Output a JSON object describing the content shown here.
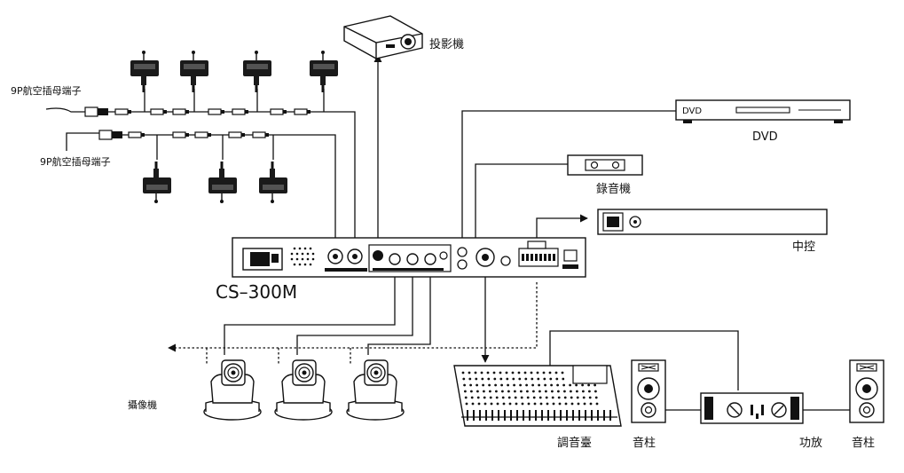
{
  "labels": {
    "connector_top": "9P航空插母端子",
    "connector_bottom": "9P航空插母端子",
    "projector": "投影機",
    "dvd_device": "DVD",
    "dvd_label": "DVD",
    "recorder": "錄音機",
    "central_control": "中控",
    "model": "CS–300M",
    "camera": "攝像機",
    "mixer": "調音臺",
    "speaker_left": "音柱",
    "amplifier": "功放",
    "speaker_right": "音柱"
  },
  "icons": {
    "arrow": "arrow-head-icon",
    "mic": "conference-microphone-icon",
    "camera": "ptz-camera-icon",
    "speaker": "speaker-column-icon"
  }
}
